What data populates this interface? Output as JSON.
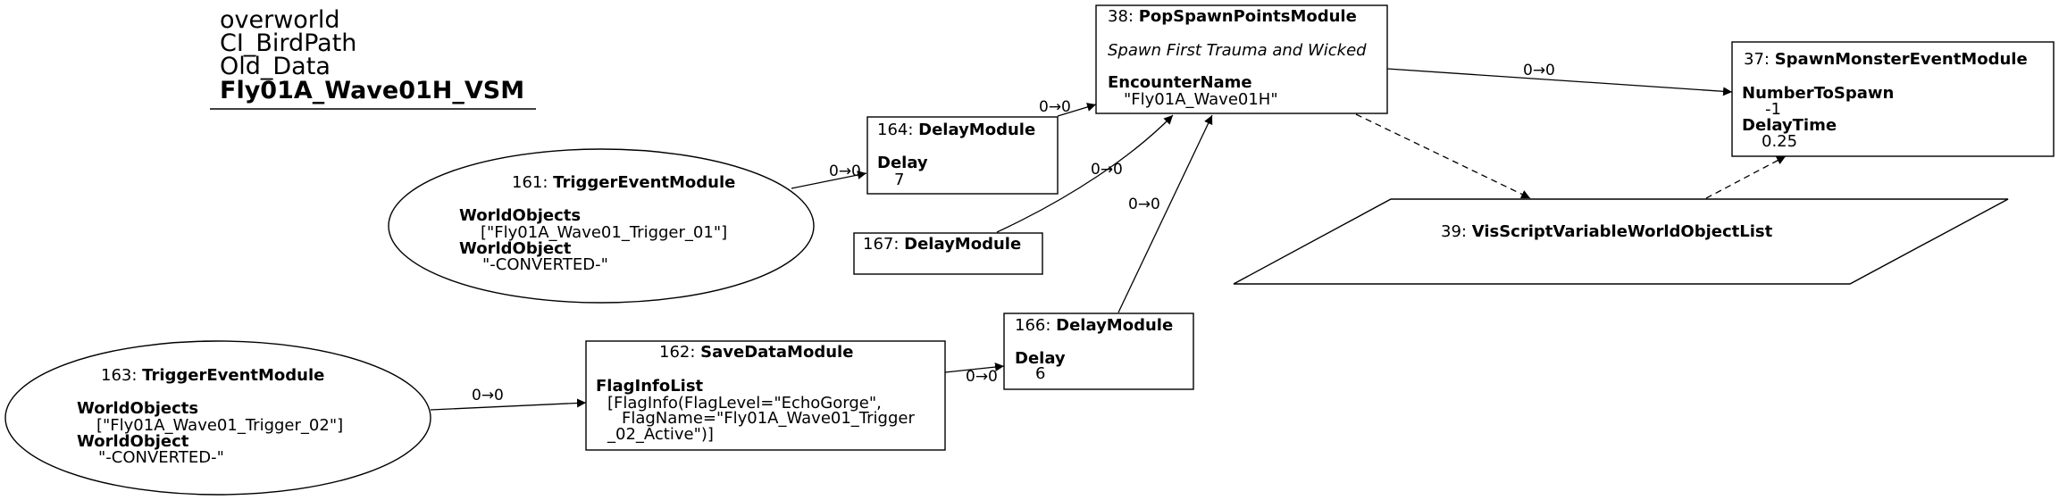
{
  "title": {
    "lines": [
      "overworld",
      "CI_BirdPath",
      "Old_Data"
    ],
    "bold_line": "Fly01A_Wave01H_VSM"
  },
  "nodes": {
    "n38": {
      "id": "38",
      "name": "PopSpawnPointsModule",
      "subtitle": "Spawn First Trauma and Wicked",
      "param": "EncounterName",
      "value": "\"Fly01A_Wave01H\""
    },
    "n37": {
      "id": "37",
      "name": "SpawnMonsterEventModule",
      "param1": "NumberToSpawn",
      "value1": "-1",
      "param2": "DelayTime",
      "value2": "0.25"
    },
    "n164": {
      "id": "164",
      "name": "DelayModule",
      "param": "Delay",
      "value": "7"
    },
    "n161": {
      "id": "161",
      "name": "TriggerEventModule",
      "param1": "WorldObjects",
      "value1": "[\"Fly01A_Wave01_Trigger_01\"]",
      "param2": "WorldObject",
      "value2": "\"-CONVERTED-\""
    },
    "n167": {
      "id": "167",
      "name": "DelayModule"
    },
    "n39": {
      "id": "39",
      "name": "VisScriptVariableWorldObjectList"
    },
    "n166": {
      "id": "166",
      "name": "DelayModule",
      "param": "Delay",
      "value": "6"
    },
    "n162": {
      "id": "162",
      "name": "SaveDataModule",
      "param": "FlagInfoList",
      "value_lines": [
        "[FlagInfo(FlagLevel=\"EchoGorge\",",
        "FlagName=\"Fly01A_Wave01_Trigger",
        "_02_Active\")]"
      ]
    },
    "n163": {
      "id": "163",
      "name": "TriggerEventModule",
      "param1": "WorldObjects",
      "value1": "[\"Fly01A_Wave01_Trigger_02\"]",
      "param2": "WorldObject",
      "value2": "\"-CONVERTED-\""
    }
  },
  "edges": {
    "e164_38": "0→0",
    "e38_37": "0→0",
    "e161_164": "0→0",
    "e167_38": "0→0",
    "e166_38": "0→0",
    "e163_162": "0→0",
    "e162_166": "0→0"
  }
}
